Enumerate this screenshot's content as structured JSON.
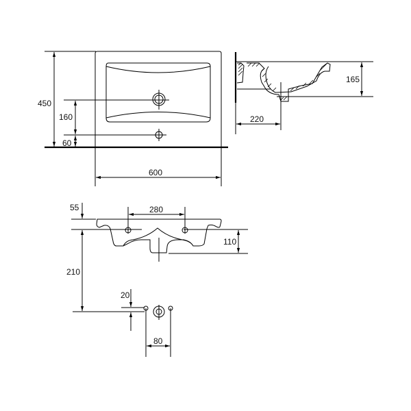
{
  "top_view": {
    "width": "600",
    "depth": "450",
    "tap_to_back": "160",
    "tap_to_edge": "60"
  },
  "side_view": {
    "height": "165",
    "drain_offset": "220"
  },
  "front_view": {
    "mount_hole_spacing": "280",
    "rim_thickness": "55",
    "bowl_depth": "110",
    "drain_height": "210",
    "hole_offset": "20",
    "hole_spacing": "80"
  }
}
